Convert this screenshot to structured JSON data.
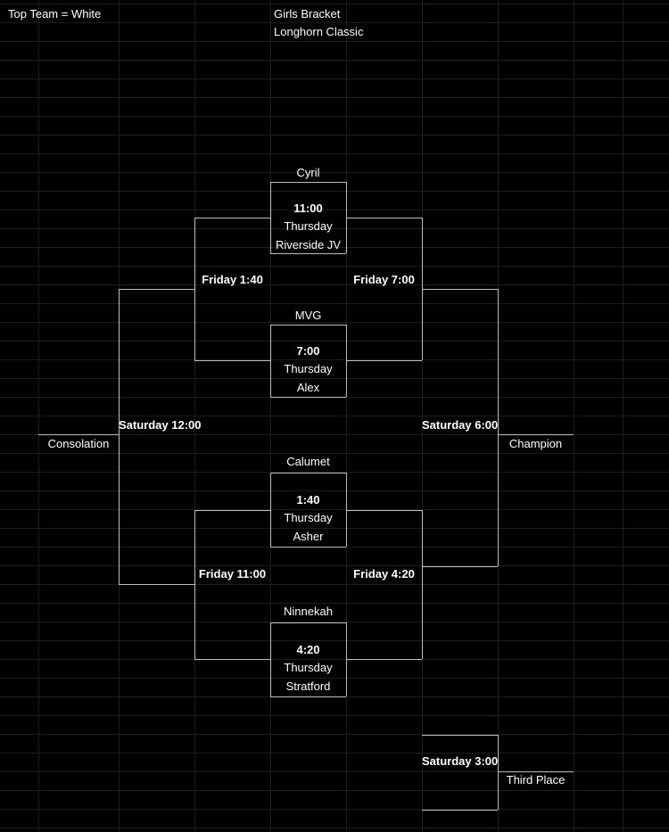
{
  "header": {
    "note": "Top Team = White",
    "title": "Girls Bracket",
    "subtitle": "Longhorn Classic"
  },
  "games": [
    {
      "team_top": "Cyril",
      "time": "11:00",
      "day": "Thursday",
      "team_bottom": "Riverside JV"
    },
    {
      "team_top": "MVG",
      "time": "7:00",
      "day": "Thursday",
      "team_bottom": "Alex"
    },
    {
      "team_top": "Calumet",
      "time": "1:40",
      "day": "Thursday",
      "team_bottom": "Asher"
    },
    {
      "team_top": "Ninnekah",
      "time": "4:20",
      "day": "Thursday",
      "team_bottom": "Stratford"
    }
  ],
  "rounds": {
    "consolation_semi_1": "Friday 1:40",
    "winners_semi_1": "Friday 7:00",
    "consolation_semi_2": "Friday 11:00",
    "winners_semi_2": "Friday 4:20",
    "consolation_final": "Saturday 12:00",
    "championship_final": "Saturday 6:00",
    "third_place_game": "Saturday 3:00"
  },
  "results": {
    "consolation": "Consolation",
    "champion": "Champion",
    "third_place": "Third Place"
  }
}
